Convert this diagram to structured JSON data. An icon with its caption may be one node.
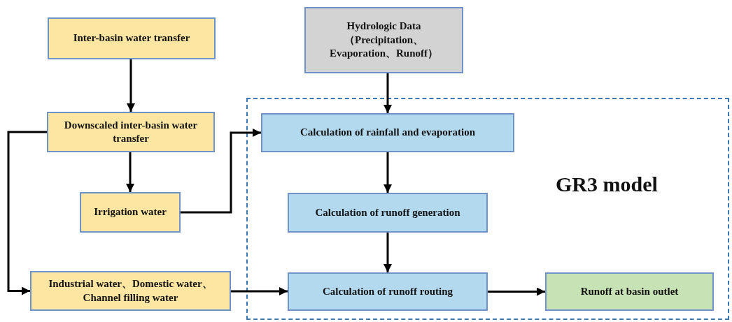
{
  "diagram": {
    "nodes": [
      {
        "text": [
          "Inter-basin water transfer"
        ]
      },
      {
        "text": [
          "Hydrologic Data（Precipitation、Evaporation、Runoff）"
        ]
      },
      {
        "text": [
          "Downscaled inter-basin water transfer"
        ]
      },
      {
        "text": [
          "GR3 model"
        ]
      },
      {
        "text": [
          "Calculation of rainfall and evaporation"
        ],
        "in": 3
      },
      {
        "text": [
          "Irrigation water"
        ]
      },
      {
        "text": [
          "Calculation of runoff generation"
        ],
        "in": 3
      },
      {
        "text": [
          "Industrial water、Domestic water、Channel filling water"
        ]
      },
      {
        "text": [
          "Calculation of runoff routing"
        ],
        "in": 3
      },
      {
        "text": [
          "Runoff at basin outlet"
        ],
        "in": 3
      }
    ],
    "edges": [
      {
        "from": 0,
        "to": 2,
        "arrow": "to"
      },
      {
        "from": 1,
        "to": 4,
        "arrow": "to"
      },
      {
        "from": 2,
        "to": 5,
        "arrow": "to"
      },
      {
        "from": 2,
        "to": 7,
        "arrow": "to"
      },
      {
        "from": 5,
        "to": 4,
        "arrow": "to"
      },
      {
        "from": 4,
        "to": 6,
        "arrow": "to"
      },
      {
        "from": 6,
        "to": 8,
        "arrow": "to"
      },
      {
        "from": 7,
        "to": 8,
        "arrow": "to"
      },
      {
        "from": 8,
        "to": 9,
        "arrow": "to"
      }
    ]
  }
}
